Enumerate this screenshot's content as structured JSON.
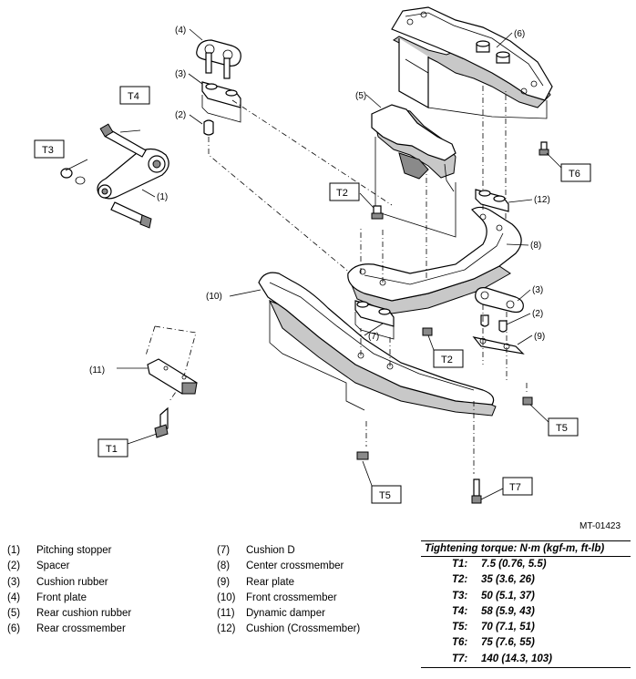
{
  "diagram": {
    "callouts": [
      "(1)",
      "(2)",
      "(3)",
      "(4)",
      "(5)",
      "(6)",
      "(7)",
      "(8)",
      "(9)",
      "(10)",
      "(11)",
      "(12)"
    ],
    "torque_boxes": [
      "T1",
      "T2",
      "T3",
      "T4",
      "T5",
      "T6",
      "T7"
    ],
    "figure_code": "MT-01423"
  },
  "legend": [
    {
      "num": "(1)",
      "name": "Pitching stopper"
    },
    {
      "num": "(2)",
      "name": "Spacer"
    },
    {
      "num": "(3)",
      "name": "Cushion rubber"
    },
    {
      "num": "(4)",
      "name": "Front plate"
    },
    {
      "num": "(5)",
      "name": "Rear cushion rubber"
    },
    {
      "num": "(6)",
      "name": "Rear crossmember"
    },
    {
      "num": "(7)",
      "name": "Cushion D"
    },
    {
      "num": "(8)",
      "name": "Center crossmember"
    },
    {
      "num": "(9)",
      "name": "Rear plate"
    },
    {
      "num": "(10)",
      "name": "Front crossmember"
    },
    {
      "num": "(11)",
      "name": "Dynamic damper"
    },
    {
      "num": "(12)",
      "name": "Cushion (Crossmember)"
    }
  ],
  "torque": {
    "title": "Tightening torque: N·m (kgf-m, ft-lb)",
    "rows": [
      {
        "code": "T1:",
        "value": "7.5 (0.76, 5.5)"
      },
      {
        "code": "T2:",
        "value": "35 (3.6, 26)"
      },
      {
        "code": "T3:",
        "value": "50 (5.1, 37)"
      },
      {
        "code": "T4:",
        "value": "58 (5.9, 43)"
      },
      {
        "code": "T5:",
        "value": "70 (7.1, 51)"
      },
      {
        "code": "T6:",
        "value": "75 (7.6, 55)"
      },
      {
        "code": "T7:",
        "value": "140 (14.3, 103)"
      }
    ]
  }
}
